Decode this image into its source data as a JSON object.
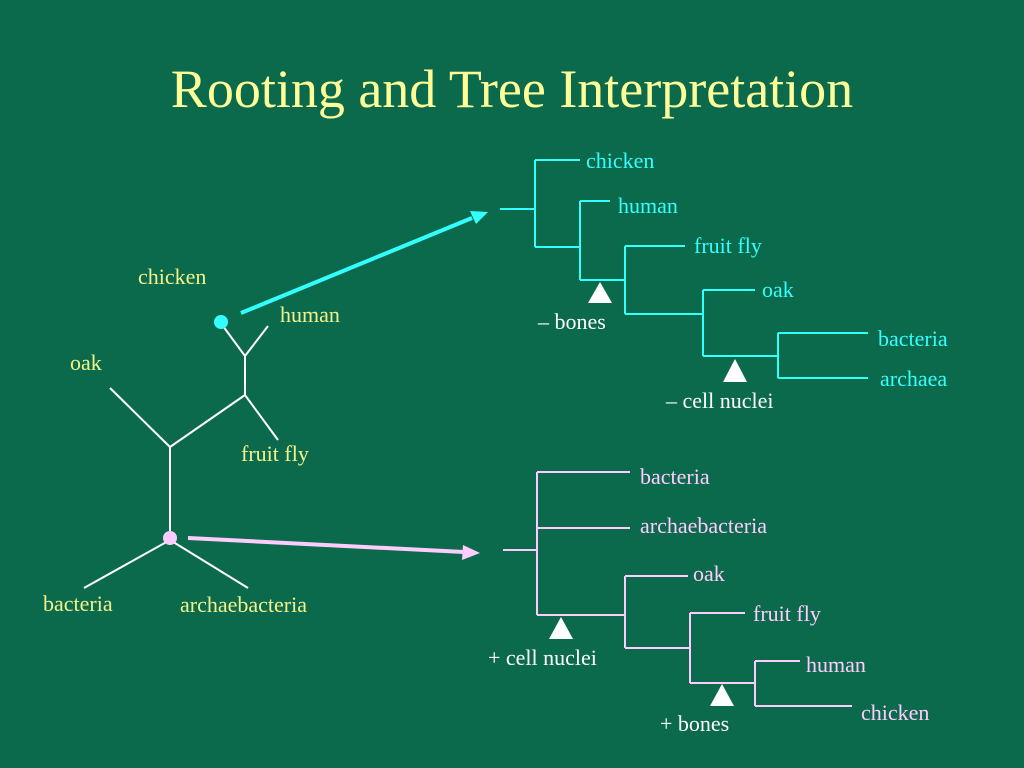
{
  "slide": {
    "title": "Rooting and Tree Interpretation"
  },
  "unrooted_tree": {
    "leaves": {
      "chicken": "chicken",
      "human": "human",
      "oak": "oak",
      "fruit_fly": "fruit fly",
      "bacteria": "bacteria",
      "archaebacteria": "archaebacteria"
    },
    "root_markers": [
      "cyan",
      "pink"
    ]
  },
  "rooted_tree_top": {
    "color": "#33ffff",
    "leaves": [
      "chicken",
      "human",
      "fruit fly",
      "oak",
      "bacteria",
      "archaea"
    ],
    "events": [
      "– bones",
      "– cell nuclei"
    ]
  },
  "rooted_tree_bottom": {
    "color": "#ffccff",
    "leaves": [
      "bacteria",
      "archaebacteria",
      "oak",
      "fruit fly",
      "human",
      "chicken"
    ],
    "events": [
      "+ cell nuclei",
      "+ bones"
    ]
  },
  "colors": {
    "background": "#0c6a4c",
    "title": "#ffff99",
    "unrooted_labels": "#f2f28c",
    "branches": "#ffffff",
    "cyan": "#33ffff",
    "pink": "#ffccff"
  }
}
